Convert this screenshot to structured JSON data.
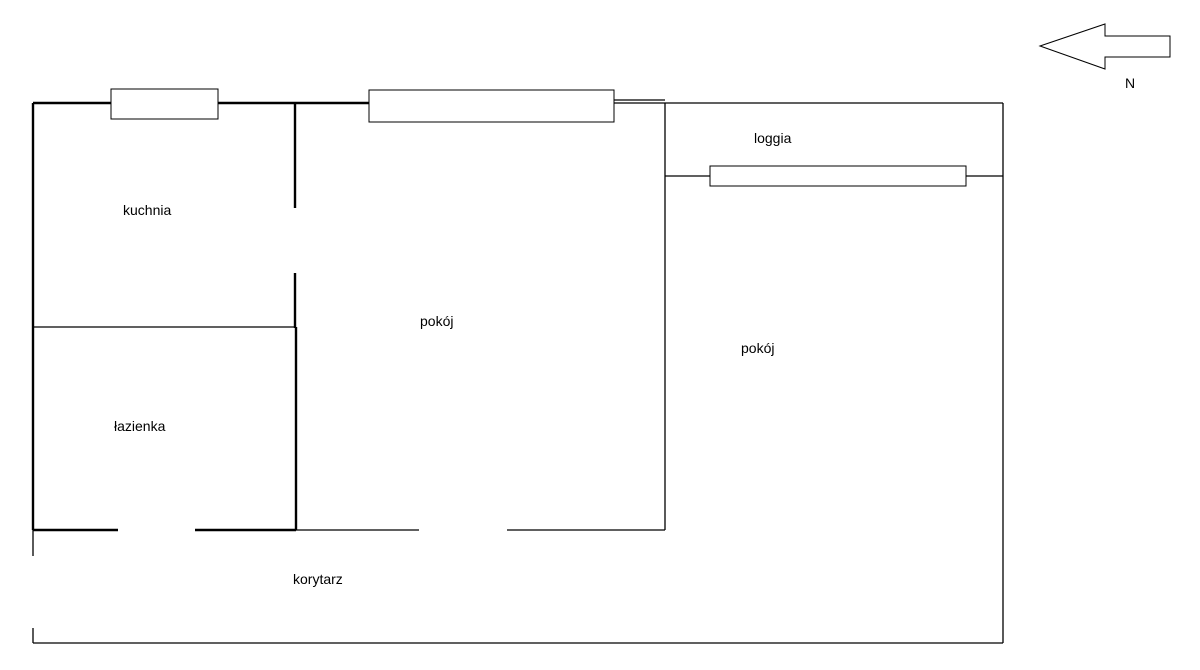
{
  "rooms": {
    "kitchen": "kuchnia",
    "room_left": "pokój",
    "loggia": "loggia",
    "room_right": "pokój",
    "bathroom": "łazienka",
    "corridor": "korytarz"
  },
  "compass": {
    "north_label": "N",
    "icon": "north-arrow-icon",
    "direction": "left"
  },
  "colors": {
    "lines": "#000000",
    "background": "#ffffff"
  }
}
